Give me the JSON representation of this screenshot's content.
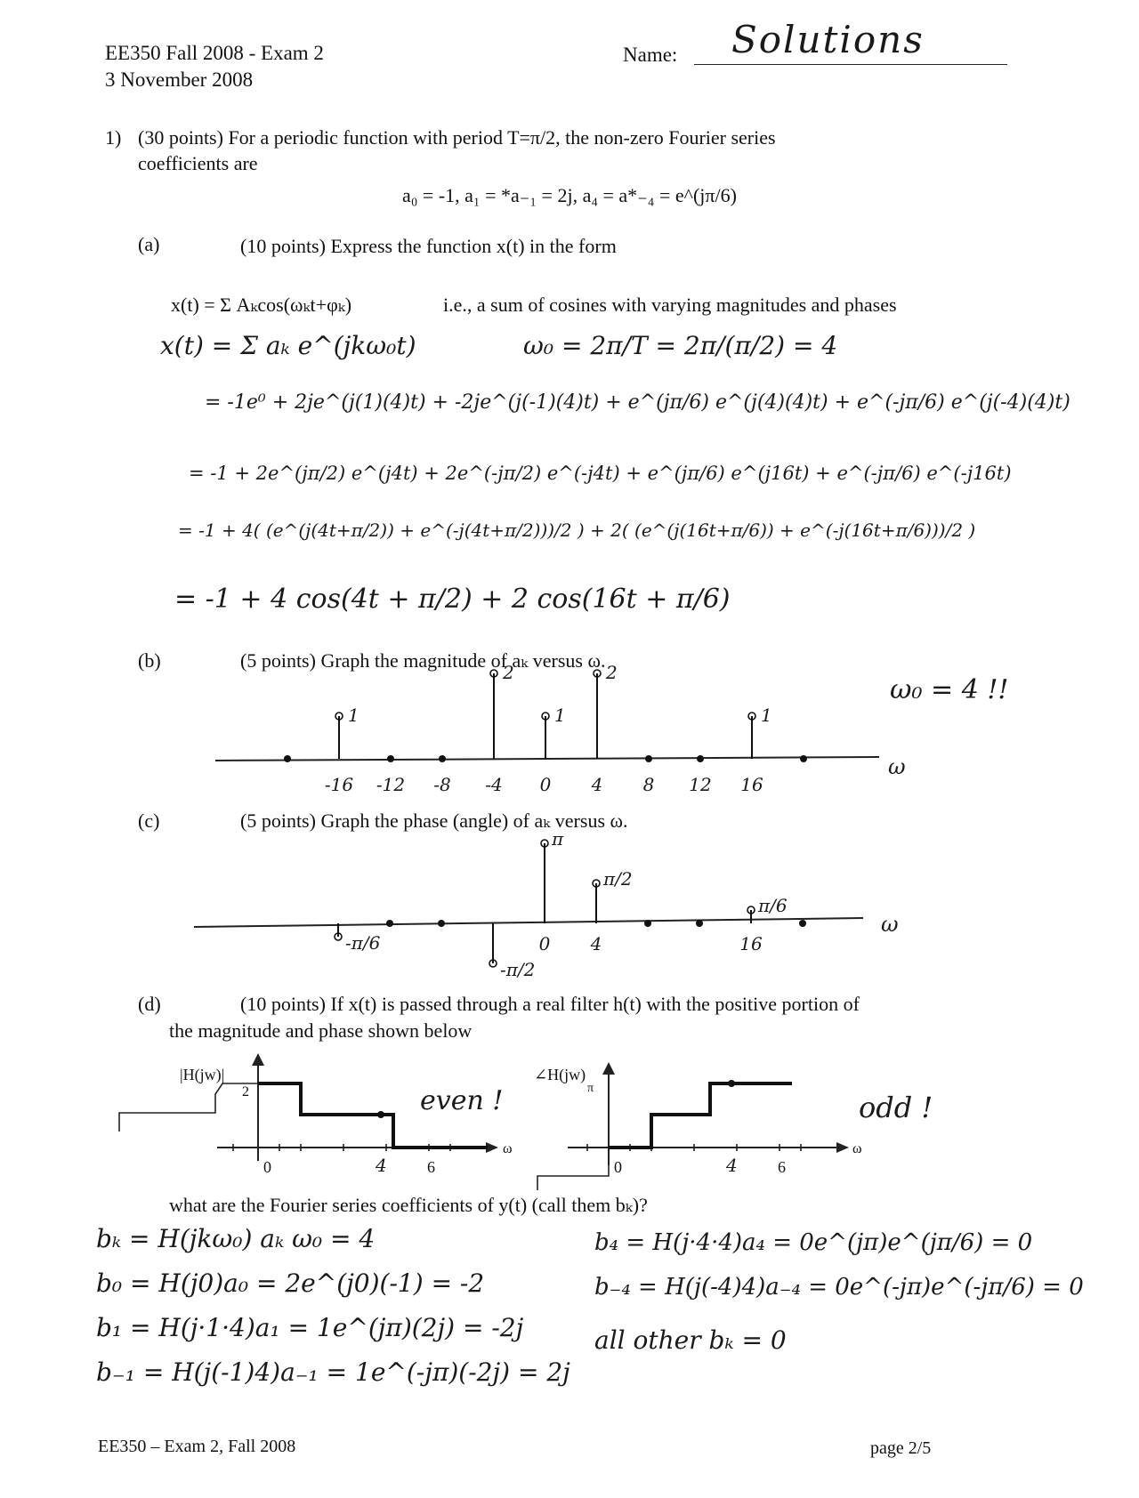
{
  "header": {
    "course": "EE350 Fall 2008 - Exam 2",
    "date": "3 November 2008",
    "name_label": "Name:",
    "name_value": "Solutions"
  },
  "problem1": {
    "number": "1)",
    "intro_line1": "(30 points) For a periodic function with period T=π/2, the non-zero Fourier series",
    "intro_line2": "coefficients are",
    "coefficients": "a₀ = -1,     a₁ = *a₋₁ = 2j,     a₄ = a*₋₄ = e^(jπ/6)"
  },
  "part_a": {
    "label": "(a)",
    "prompt": "(10 points) Express the function x(t) in the form",
    "form": "x(t) = Σ Aₖcos(ωₖt+φₖ)",
    "note": "i.e., a sum of cosines with varying magnitudes and phases",
    "solution": [
      "x(t) = Σ aₖ e^(jkω₀t)",
      "ω₀ = 2π/T = 2π/(π/2) = 4",
      "= -1e⁰ + 2je^(j(1)(4)t) + -2je^(j(-1)(4)t) + e^(jπ/6) e^(j(4)(4)t) + e^(-jπ/6) e^(j(-4)(4)t)",
      "= -1 + 2e^(jπ/2) e^(j4t) + 2e^(-jπ/2) e^(-j4t) + e^(jπ/6) e^(j16t) + e^(-jπ/6) e^(-j16t)",
      "= -1 + 4( (e^(j(4t+π/2)) + e^(-j(4t+π/2)))/2 ) + 2( (e^(j(16t+π/6)) + e^(-j(16t+π/6)))/2 )",
      "= -1 + 4 cos(4t + π/2) + 2 cos(16t + π/6)"
    ]
  },
  "part_b": {
    "label": "(b)",
    "prompt": "(5 points) Graph the magnitude of aₖ versus ω.",
    "side_note": "ω₀ = 4 !!",
    "axis_label": "ω",
    "ticks": [
      "-16",
      "-12",
      "-8",
      "-4",
      "0",
      "4",
      "8",
      "12",
      "16"
    ],
    "stems": [
      {
        "w": -16,
        "mag": 1,
        "label": "1"
      },
      {
        "w": -4,
        "mag": 2,
        "label": "2"
      },
      {
        "w": 0,
        "mag": 1,
        "label": "1"
      },
      {
        "w": 4,
        "mag": 2,
        "label": "2"
      },
      {
        "w": 16,
        "mag": 1,
        "label": "1"
      }
    ],
    "zero_points": [
      -20,
      -12,
      -8,
      8,
      12,
      20
    ]
  },
  "part_c": {
    "label": "(c)",
    "prompt": "(5 points) Graph the phase (angle) of aₖ versus ω.",
    "axis_label": "ω",
    "ticks": [
      "0",
      "4",
      "16"
    ],
    "stems": [
      {
        "w": -16,
        "phase": "-π/6"
      },
      {
        "w": -4,
        "phase": "-π/2"
      },
      {
        "w": 0,
        "phase": "π"
      },
      {
        "w": 4,
        "phase": "π/2"
      },
      {
        "w": 16,
        "phase": "π/6"
      }
    ],
    "zero_points": [
      -12,
      -8,
      8,
      12,
      20
    ]
  },
  "part_d": {
    "label": "(d)",
    "prompt_line1": "(10 points) If x(t) is passed through a real filter h(t) with the positive portion of",
    "prompt_line2": "the magnitude and phase shown below",
    "mag_plot": {
      "ylabel": "|H(jw)|",
      "ytick": "2",
      "xticks": [
        "0",
        "4",
        "6"
      ],
      "xlabel": "ω",
      "note": "even !"
    },
    "phase_plot": {
      "ylabel": "∠H(jw)",
      "ytick": "π",
      "xticks": [
        "0",
        "4",
        "6"
      ],
      "xlabel": "ω",
      "note": "odd !"
    },
    "question": "what are the Fourier series coefficients of y(t) (call them bₖ)?",
    "solution_left": [
      "bₖ = H(jkω₀) aₖ        ω₀ = 4",
      "b₀ = H(j0)a₀ = 2e^(j0)(-1) = -2",
      "b₁ = H(j·1·4)a₁ = 1e^(jπ)(2j) = -2j",
      "b₋₁ = H(j(-1)4)a₋₁ = 1e^(-jπ)(-2j) = 2j"
    ],
    "solution_right": [
      "b₄ = H(j·4·4)a₄ = 0e^(jπ)e^(jπ/6) = 0",
      "b₋₄ = H(j(-4)4)a₋₄ = 0e^(-jπ)e^(-jπ/6) = 0",
      "all other bₖ = 0"
    ]
  },
  "footer": {
    "left": "EE350 – Exam 2, Fall 2008",
    "right": "page 2/5"
  }
}
